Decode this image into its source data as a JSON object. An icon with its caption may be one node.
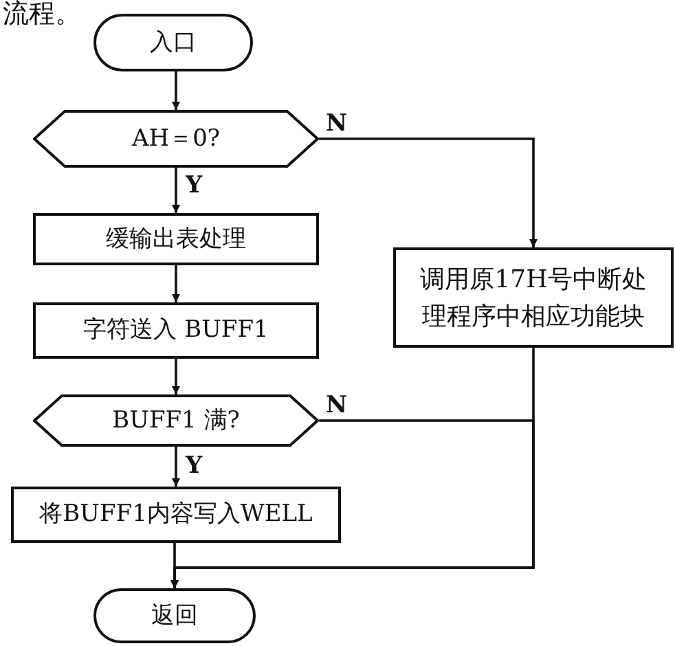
{
  "diagram": {
    "nodes": [
      {
        "text": [
          "入口"
        ]
      },
      {
        "text": [
          "AH＝0?"
        ]
      },
      {
        "text": [
          "缓输出表处理"
        ]
      },
      {
        "text": [
          "字符送入 BUFF1"
        ]
      },
      {
        "text": [
          "BUFF1 满?"
        ]
      },
      {
        "text": [
          "将BUFF1内容写入WELL"
        ]
      },
      {
        "text": [
          "返回"
        ]
      },
      {
        "text": [
          "调用原17H号中断处理程序中相应功能块"
        ]
      }
    ],
    "edges": [
      {
        "from": 0,
        "to": 1,
        "arrow": "to"
      },
      {
        "from": 1,
        "to": 2,
        "arrow": "to",
        "label": "Y"
      },
      {
        "from": 2,
        "to": 3,
        "arrow": "to"
      },
      {
        "from": 3,
        "to": 4,
        "arrow": "to"
      },
      {
        "from": 4,
        "to": 5,
        "arrow": "to",
        "label": "Y"
      },
      {
        "from": 5,
        "to": 6,
        "arrow": "to"
      },
      {
        "from": 1,
        "to": 7,
        "arrow": "to",
        "label": "N"
      },
      {
        "from": 4,
        "to": 6,
        "arrow": "to",
        "label": "N"
      },
      {
        "from": 7,
        "to": 6,
        "arrow": "to"
      }
    ],
    "labels": [
      "流程。"
    ]
  }
}
